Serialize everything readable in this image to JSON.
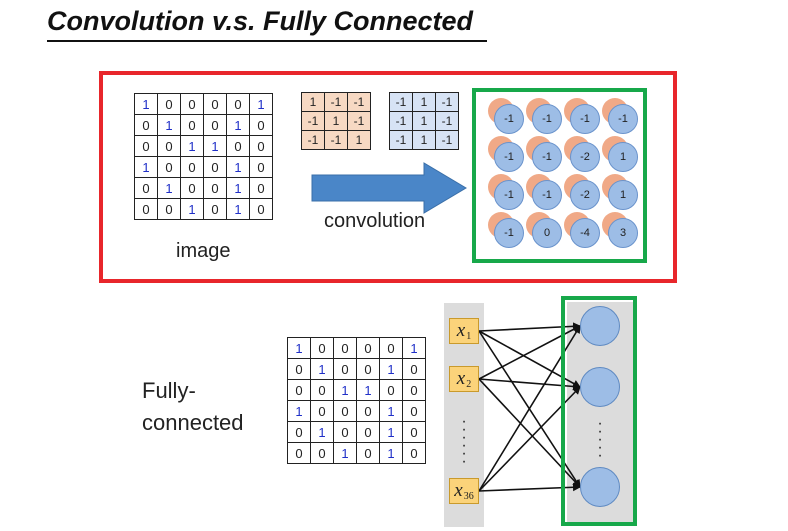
{
  "title": "Convolution v.s. Fully Connected",
  "image_label": "image",
  "convolution_label": "convolution",
  "fully_connected_label_1": "Fully-",
  "fully_connected_label_2": "connected",
  "image_matrix": [
    [
      1,
      0,
      0,
      0,
      0,
      1
    ],
    [
      0,
      1,
      0,
      0,
      1,
      0
    ],
    [
      0,
      0,
      1,
      1,
      0,
      0
    ],
    [
      1,
      0,
      0,
      0,
      1,
      0
    ],
    [
      0,
      1,
      0,
      0,
      1,
      0
    ],
    [
      0,
      0,
      1,
      0,
      1,
      0
    ]
  ],
  "filter1": [
    [
      1,
      -1,
      -1
    ],
    [
      -1,
      1,
      -1
    ],
    [
      -1,
      -1,
      1
    ]
  ],
  "filter2": [
    [
      -1,
      1,
      -1
    ],
    [
      -1,
      1,
      -1
    ],
    [
      -1,
      1,
      -1
    ]
  ],
  "feature_map": [
    [
      -1,
      -1,
      -1,
      -1
    ],
    [
      -1,
      -1,
      -2,
      1
    ],
    [
      -1,
      -1,
      -2,
      1
    ],
    [
      -1,
      0,
      -4,
      3
    ]
  ],
  "inputs": [
    {
      "base": "x",
      "sub": "1"
    },
    {
      "base": "x",
      "sub": "2"
    },
    {
      "base": "x",
      "sub": "36"
    }
  ],
  "dots": "......",
  "colors": {
    "red_box": "#e8262b",
    "green_box": "#17a84a",
    "arrow": "#4a86c8",
    "filter1_bg": "#f7d9c3",
    "filter2_bg": "#d7e3f5",
    "neuron": "#9dbde6",
    "input_box": "#fbd37a"
  }
}
